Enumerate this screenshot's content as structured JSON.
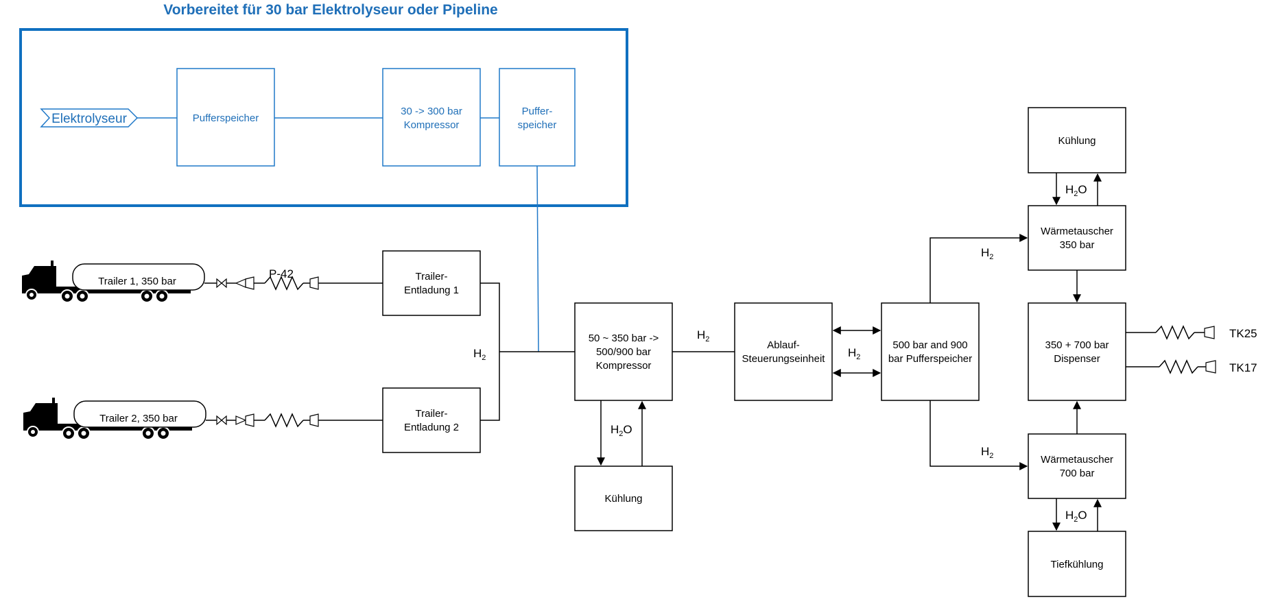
{
  "title": "Vorbereitet für 30 bar Elektrolyseur oder Pipeline",
  "electrolyzer": "Elektrolyseur",
  "top": {
    "pufferspeicher": "Pufferspeicher",
    "kompressor": [
      "30 -> 300 bar",
      "Kompressor"
    ],
    "puffer2": [
      "Puffer-",
      "speicher"
    ]
  },
  "trailers": {
    "t1": "Trailer 1, 350 bar",
    "t2": "Trailer 2, 350 bar",
    "tag": "P-42",
    "entladung1": [
      "Trailer-",
      "Entladung 1"
    ],
    "entladung2": [
      "Trailer-",
      "Entladung 2"
    ]
  },
  "compressor": [
    "50 ~ 350 bar ->",
    "500/900 bar",
    "Kompressor"
  ],
  "kuehlung_bottom": "Kühlung",
  "ablauf": [
    "Ablauf-",
    "Steuerungseinheit"
  ],
  "puffer_main": [
    "500 bar and 900",
    "bar Pufferspeicher"
  ],
  "kuehlung_top": "Kühlung",
  "wt350": [
    "Wärmetauscher",
    "350 bar"
  ],
  "dispenser": [
    "350 + 700 bar",
    "Dispenser"
  ],
  "wt700": [
    "Wärmetauscher",
    "700 bar"
  ],
  "tiefkuehlung": "Tiefkühlung",
  "labels": {
    "h2": "H",
    "h2_sub": "2",
    "h2o_h": "H",
    "h2o_sub": "2",
    "h2o_o": "O"
  },
  "outputs": {
    "tk25": "TK25",
    "tk17": "TK17"
  }
}
